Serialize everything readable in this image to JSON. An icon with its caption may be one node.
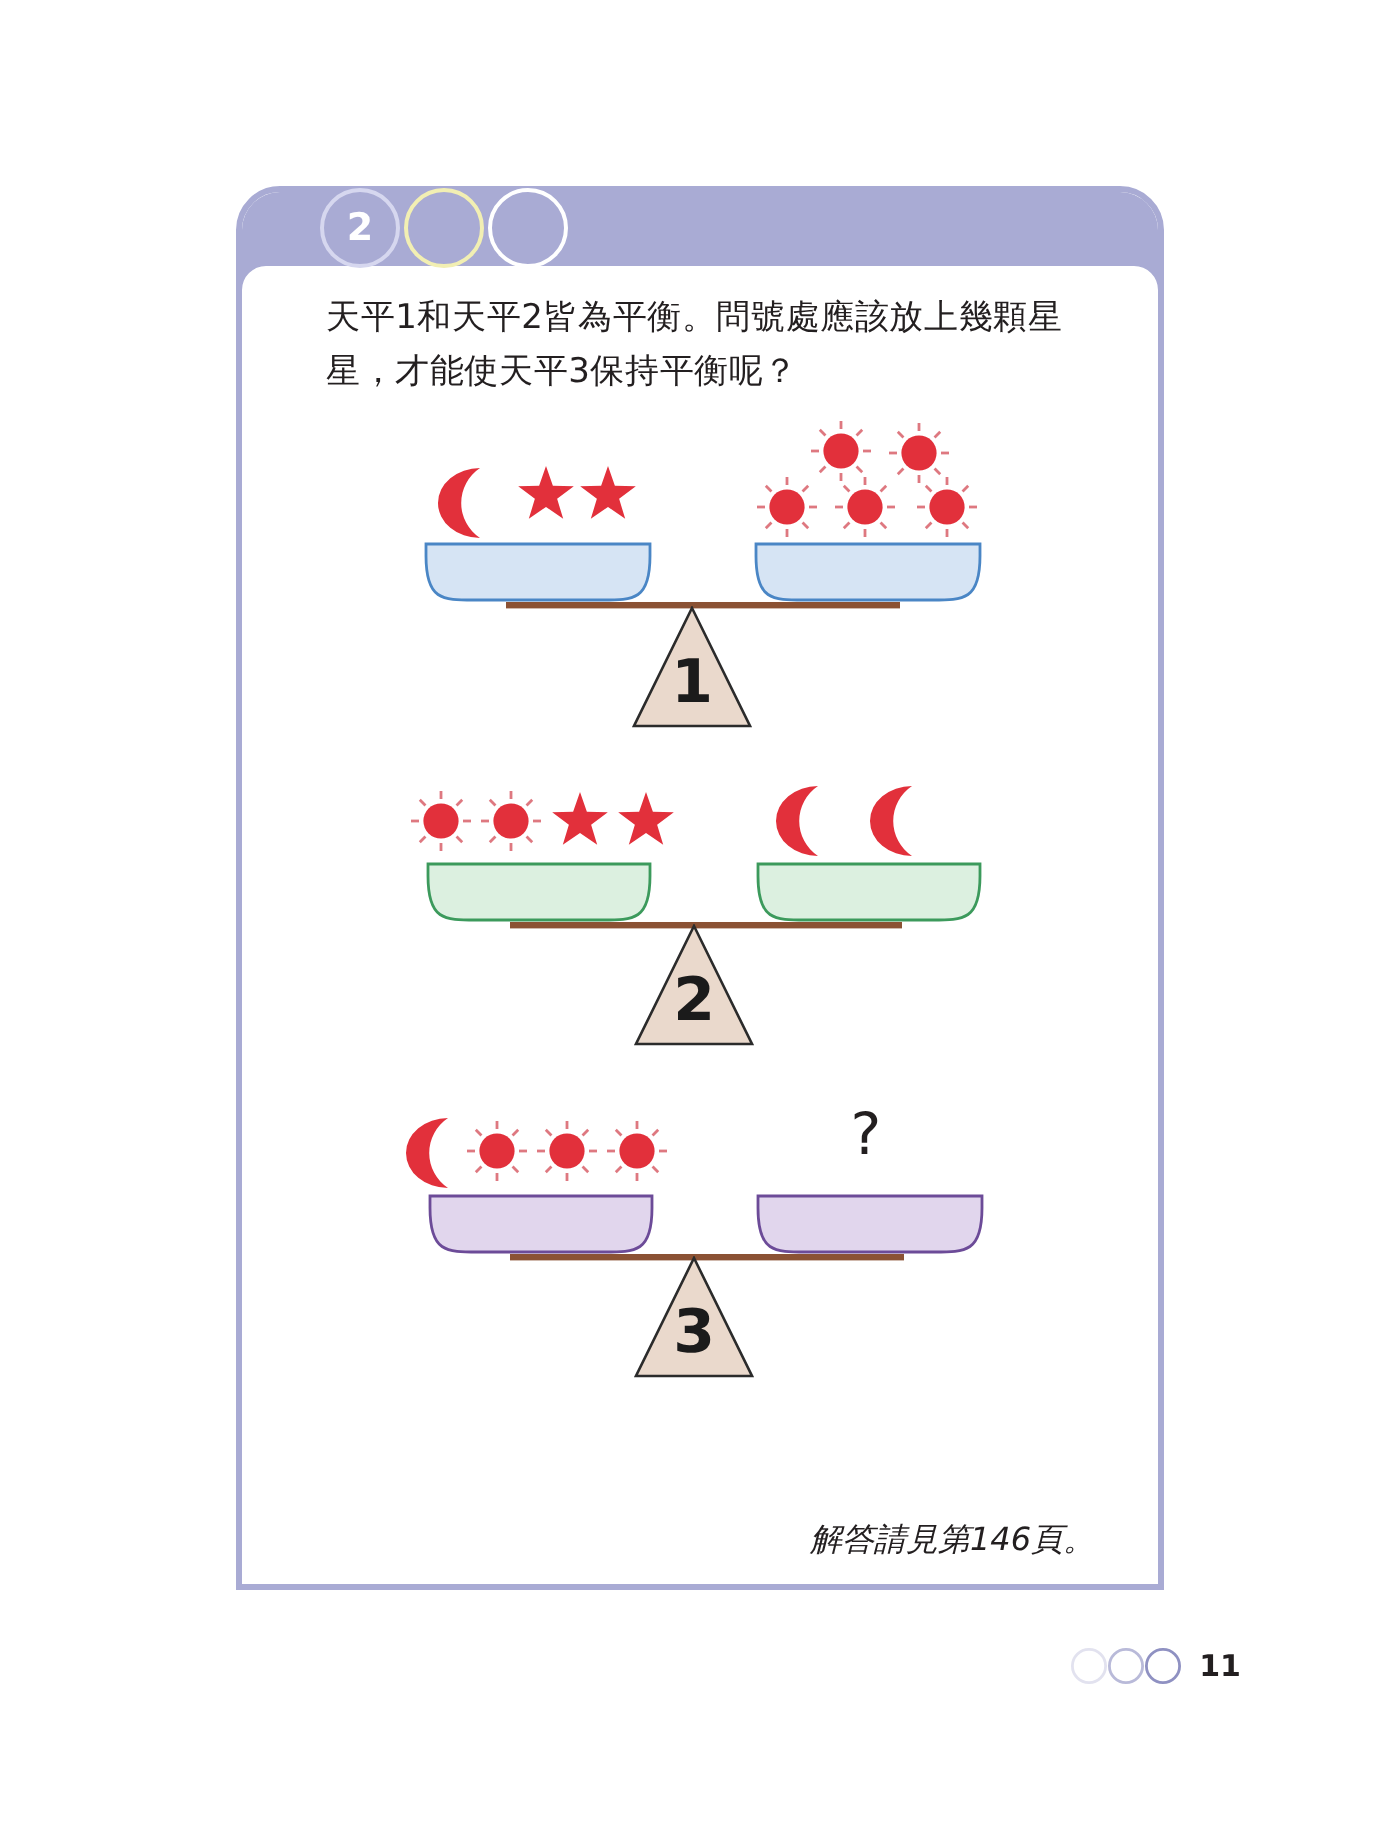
{
  "diagram": {
    "nodes": [
      {
        "text": [
          "天平1和天平2皆為平衡。問號處應該放上幾顆星星，才能使天平3保持平衡呢？",
          "解答請見第146頁。"
        ]
      },
      {
        "text": [
          "2"
        ],
        "in": 0
      },
      {
        "text": [],
        "shape": "circle",
        "in": 0
      },
      {
        "text": [],
        "shape": "circle",
        "in": 0
      },
      {
        "text": [
          "1"
        ],
        "in": 0
      },
      {
        "text": [
          "2"
        ],
        "in": 0
      },
      {
        "text": [
          "3"
        ],
        "in": 0
      }
    ],
    "labels": [
      "?",
      "11"
    ]
  }
}
